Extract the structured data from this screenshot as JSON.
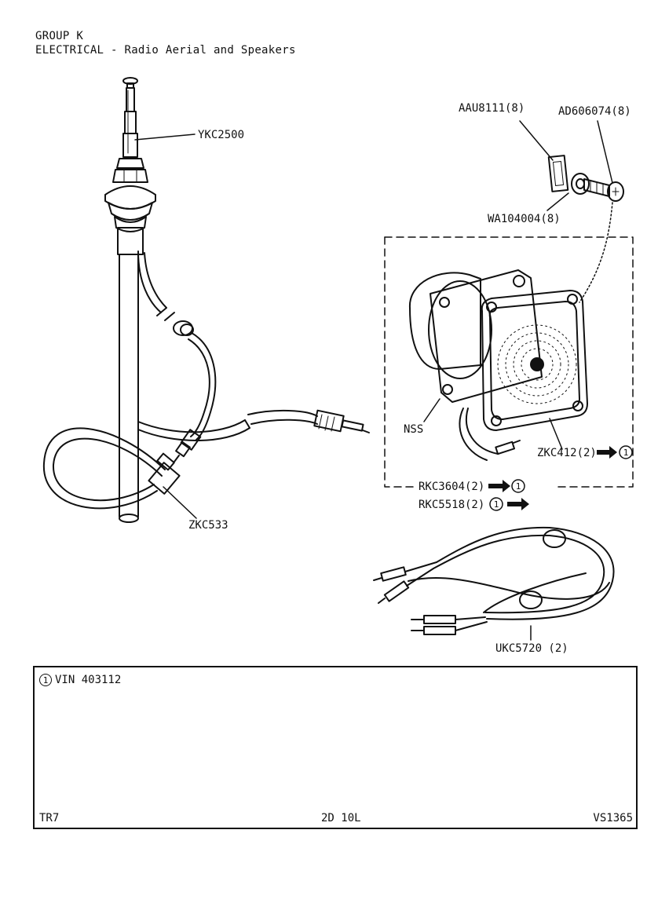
{
  "header": {
    "group": "GROUP K",
    "section": "ELECTRICAL - Radio Aerial and Speakers"
  },
  "callouts": {
    "aerial": "YKC2500",
    "aerial_lead": "ZKC533",
    "clip": "AAU8111(8)",
    "screw": "AD606074(8)",
    "washer": "WA104004(8)",
    "speaker_nss": "NSS",
    "speaker": "ZKC412(2)",
    "rkc3604": "RKC3604(2)",
    "rkc5518": "RKC5518(2)",
    "harness": "UKC5720 (2)",
    "note_ref": "1"
  },
  "note": {
    "marker": "1",
    "text": "VIN 403112"
  },
  "footer": {
    "model": "TR7",
    "code": "2D 10L",
    "ref": "VS1365"
  },
  "icons": [
    "arrow-right-icon",
    "circled-one-icon"
  ],
  "colors": {
    "ink": "#111111",
    "paper": "#ffffff"
  }
}
